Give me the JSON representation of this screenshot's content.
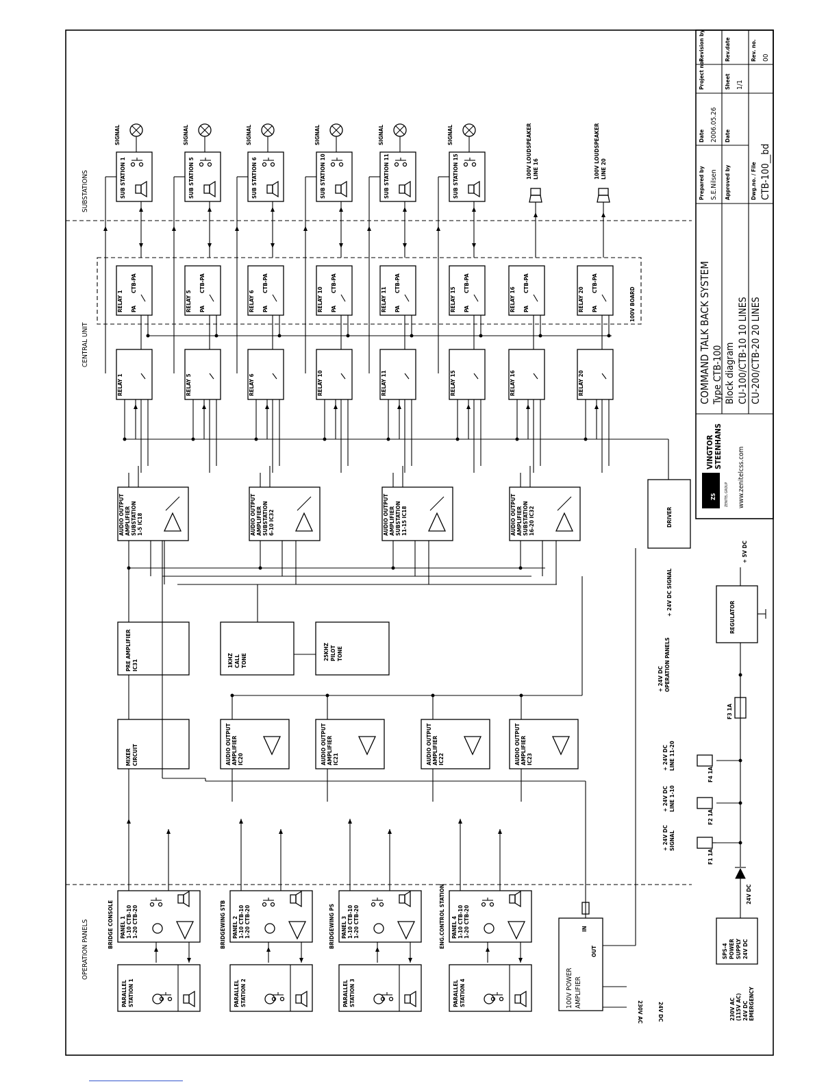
{
  "sections": {
    "substations": "SUBSTATIONS",
    "central_unit": "CENTRAL UNIT",
    "operation_panels": "OPERATION PANELS"
  },
  "signal_label": "SIGNAL",
  "sub_stations": [
    "SUB STATION 1",
    "SUB STATION 5",
    "SUB STATION 6",
    "SUB STATION 10",
    "SUB STATION 11",
    "SUB STATION 15"
  ],
  "loudspeaker_lines": [
    [
      "100V LOUDSPEAKER",
      "LINE 16"
    ],
    [
      "100V LOUDSPEAKER",
      "LINE 20"
    ]
  ],
  "relay_board": {
    "relays": [
      "RELAY 1",
      "RELAY 5",
      "RELAY 6",
      "RELAY 10",
      "RELAY 11",
      "RELAY 15",
      "RELAY 16",
      "RELAY 20"
    ],
    "pa_label": "PA",
    "ctb_label": "CTB-PA",
    "board_label": "100V BOARD"
  },
  "relays_row2": [
    "RELAY 1",
    "RELAY 5",
    "RELAY 6",
    "RELAY 10",
    "RELAY 11",
    "RELAY 15",
    "RELAY 16",
    "RELAY 20"
  ],
  "output_amps_sub": [
    [
      "AUDIO OUTPUT",
      "AMPLIFIER",
      "SUBSTATION",
      "1-5    IC18"
    ],
    [
      "AUDIO OUTPUT",
      "AMPLIFIER",
      "SUBSTATION",
      "6-10   IC32"
    ],
    [
      "AUDIO OUTPUT",
      "AMPLIFIER",
      "SUBSTATION",
      "11-15  IC18"
    ],
    [
      "AUDIO OUTPUT",
      "AMPLIFIER",
      "SUBSTATION",
      "16-20  IC32"
    ]
  ],
  "driver": "DRIVER",
  "pre_amp": [
    "PRE AMPLIFIER",
    "IC31"
  ],
  "call_tone": [
    "1KHZ",
    "CALL",
    "TONE"
  ],
  "pilot_tone": [
    "25KHZ",
    "PILOT",
    "TONE"
  ],
  "mixer": [
    "MIXER",
    "CIRCUIT"
  ],
  "output_amps_panel": [
    [
      "AUDIO OUTPUT",
      "AMPLIFIER",
      "IC20"
    ],
    [
      "AUDIO OUTPUT",
      "AMPLIFIER",
      "IC21"
    ],
    [
      "AUDIO OUTPUT",
      "AMPLIFIER",
      "IC22"
    ],
    [
      "AUDIO OUTPUT",
      "AMPLIFIER",
      "IC23"
    ]
  ],
  "panels": [
    {
      "group": "BRIDGE CONSOLE",
      "lines": [
        "PANEL 1",
        "1-10 CTB-10",
        "1-20 CTB-20"
      ]
    },
    {
      "group": "BRIDGEWING STB",
      "lines": [
        "PANEL 2",
        "1-10 CTB-10",
        "1-20 CTB-20"
      ]
    },
    {
      "group": "BRIDGEWING PS",
      "lines": [
        "PANEL 3",
        "1-10 CTB-10",
        "1-20 CTB-20"
      ]
    },
    {
      "group": "ENG.CONTROL STATION",
      "lines": [
        "PANEL 4",
        "1-10 CTB-10",
        "1-20 CTB-20"
      ]
    }
  ],
  "parallel_stations": [
    [
      "PARALLEL",
      "STATION 1"
    ],
    [
      "PARALLEL",
      "STATION 2"
    ],
    [
      "PARALLEL",
      "STATION 3"
    ],
    [
      "PARALLEL",
      "STATION 4"
    ]
  ],
  "power_amp": {
    "title": [
      "100V POWER",
      "AMPLIFIER"
    ],
    "in": "IN",
    "out": "OUT",
    "ac": "230V AC",
    "dc": "24V DC"
  },
  "power_supply": {
    "box": [
      "SPS-4",
      "POWER",
      "SUPPLY",
      "24V DC"
    ],
    "inputs": [
      "230V AC",
      "(115V AC)",
      "24V DC",
      "EMERGENCY"
    ],
    "output": "24V DC"
  },
  "fuses": {
    "f1": "F1 1A",
    "f2": "F2 1A",
    "f4": "F4 1A",
    "f3": "F3 1A",
    "f1_label": [
      "+ 24V DC",
      "SIGNAL"
    ],
    "f2_label": [
      "+ 24V DC",
      "LINE 1-10"
    ],
    "f4_label": [
      "+ 24V DC",
      "LINE 11-20"
    ],
    "ops_label": [
      "+ 24V DC",
      "OPERATION PANELS"
    ],
    "sig_label": "+ 24V DC  SIGNAL"
  },
  "regulator": {
    "label": "REGULATOR",
    "out": "+ 5V DC"
  },
  "title_block": {
    "brand": [
      "VINGTOR",
      "STEENHANS"
    ],
    "brand_sub": "ZENITEL GROUP",
    "url": "www.zenitelcss.com",
    "title": "COMMAND TALK BACK SYSTEM",
    "type": "Type CTB-100",
    "kind": "Block diagram",
    "line3": "CU-100/CTB-10 10 LINES",
    "line4": "CU-200/CTB-20 20 LINES",
    "prepared_by_label": "Prepared by",
    "prepared_by": "S.E.Nilsen",
    "date_label": "Date",
    "date": "2006.05.26",
    "project_label": "Project no:",
    "project": "",
    "revision_by_label": "Revision by",
    "revision_by": "",
    "approved_by_label": "Approved by",
    "approved_by": "",
    "date2_label": "Date",
    "date2": "",
    "sheet_label": "Sheet",
    "sheet": "1/1",
    "rev_date_label": "Rev.date",
    "rev_date": "",
    "dwg_label": "Dwg.no. / File",
    "dwg": "CTB-100__bd",
    "rev_no_label": "Rev. no.",
    "rev_no": "00"
  }
}
